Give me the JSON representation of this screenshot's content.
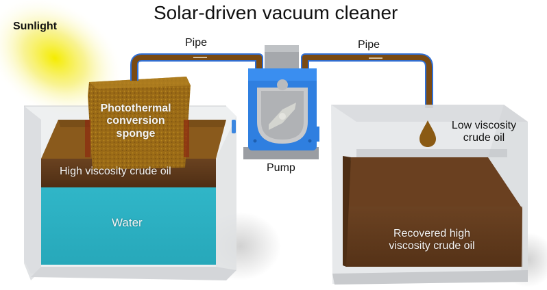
{
  "title": "Solar-driven vacuum cleaner",
  "labels": {
    "sunlight": "Sunlight",
    "pipe_left": "Pipe",
    "pipe_right": "Pipe",
    "pump": "Pump",
    "sponge_line1": "Photothermal",
    "sponge_line2": "conversion",
    "sponge_line3": "sponge",
    "high_viscosity_oil": "High viscosity crude oil",
    "water": "Water",
    "low_viscosity_line1": "Low viscosity",
    "low_viscosity_line2": "crude oil",
    "recovered_line1": "Recovered high",
    "recovered_line2": "viscosity crude oil"
  },
  "colors": {
    "sunlight": "#f2e800",
    "pipe_fill": "#7a4a12",
    "pipe_outline": "#2f6fd6",
    "pump_body": "#2f7fe0",
    "water": "#2fb3c5",
    "crude_oil": "#5a3618",
    "sponge": "#9a6a14",
    "droplet": "#8a5a14",
    "tank_glass": "#d9dbde"
  }
}
